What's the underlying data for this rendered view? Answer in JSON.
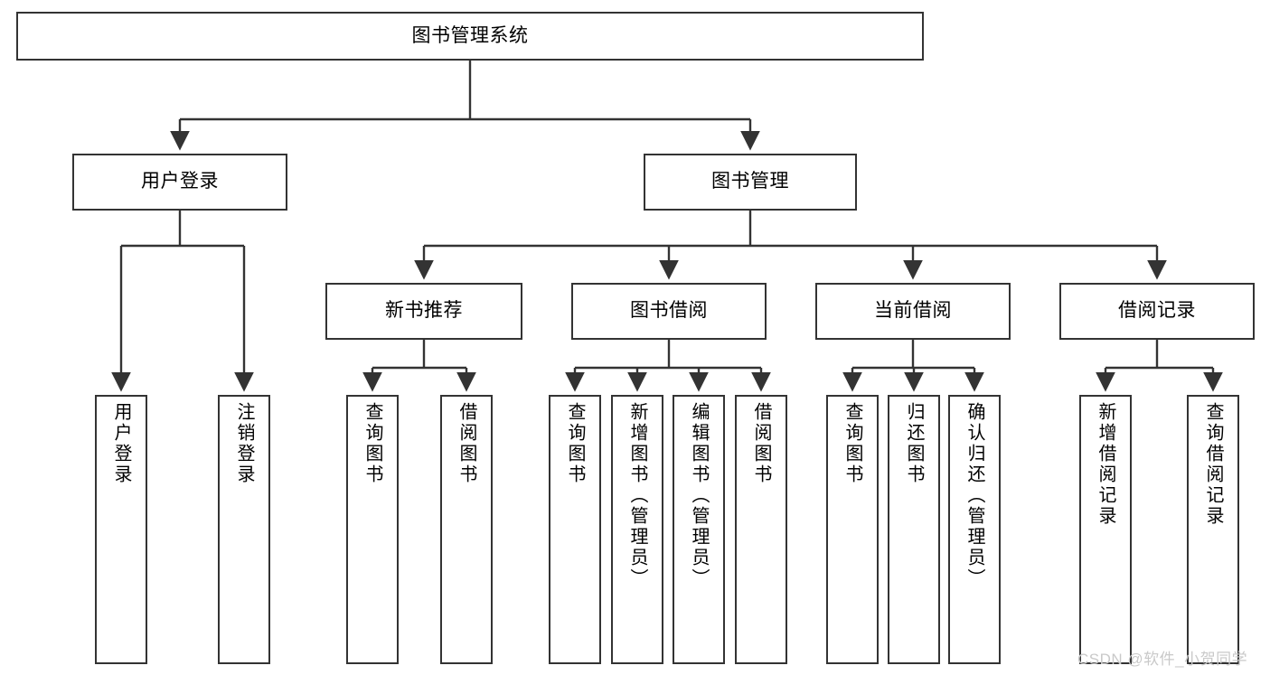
{
  "diagram": {
    "type": "tree-hierarchy",
    "title": "图书管理系统",
    "orientation": "top-down",
    "box_style": {
      "fill": "#ffffff",
      "stroke": "#333333",
      "stroke_width": 2
    },
    "edge_style": {
      "stroke": "#333333",
      "stroke_width": 2,
      "arrowhead": "filled-triangle"
    },
    "nodes": {
      "root": {
        "label": "图书管理系统",
        "level": 0
      },
      "level1": [
        {
          "id": "user-login",
          "label": "用户登录"
        },
        {
          "id": "book-manage",
          "label": "图书管理"
        }
      ],
      "level2": [
        {
          "id": "new-book-rec",
          "label": "新书推荐",
          "parent": "book-manage"
        },
        {
          "id": "book-borrow",
          "label": "图书借阅",
          "parent": "book-manage"
        },
        {
          "id": "current-borrow",
          "label": "当前借阅",
          "parent": "book-manage"
        },
        {
          "id": "borrow-record",
          "label": "借阅记录",
          "parent": "book-manage"
        }
      ],
      "leaves": [
        {
          "id": "leaf-user-login",
          "label": "用户登录",
          "parent": "user-login"
        },
        {
          "id": "leaf-logout",
          "label": "注销登录",
          "parent": "user-login"
        },
        {
          "id": "leaf-query-book-1",
          "label": "查询图书",
          "parent": "new-book-rec"
        },
        {
          "id": "leaf-borrow-book-1",
          "label": "借阅图书",
          "parent": "new-book-rec"
        },
        {
          "id": "leaf-query-book-2",
          "label": "查询图书",
          "parent": "book-borrow"
        },
        {
          "id": "leaf-add-book",
          "label": "新增图书（管理员）",
          "parent": "book-borrow"
        },
        {
          "id": "leaf-edit-book",
          "label": "编辑图书（管理员）",
          "parent": "book-borrow"
        },
        {
          "id": "leaf-borrow-book-2",
          "label": "借阅图书",
          "parent": "book-borrow"
        },
        {
          "id": "leaf-query-book-3",
          "label": "查询图书",
          "parent": "current-borrow"
        },
        {
          "id": "leaf-return-book",
          "label": "归还图书",
          "parent": "current-borrow"
        },
        {
          "id": "leaf-confirm-return",
          "label": "确认归还（管理员）",
          "parent": "current-borrow"
        },
        {
          "id": "leaf-add-record",
          "label": "新增借阅记录",
          "parent": "borrow-record"
        },
        {
          "id": "leaf-query-record",
          "label": "查询借阅记录",
          "parent": "borrow-record"
        }
      ]
    }
  },
  "watermark": {
    "text": "CSDN @软件_小贺同学",
    "color": "#c9c9c9"
  }
}
